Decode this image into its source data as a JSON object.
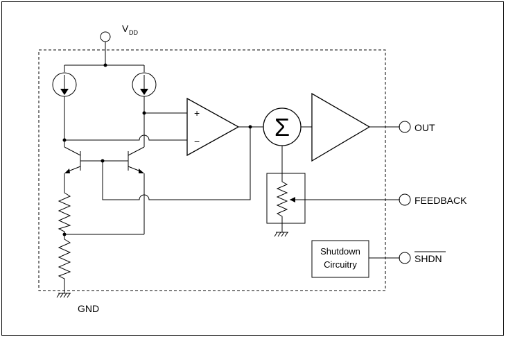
{
  "supply": {
    "label_main": "V",
    "label_sub": "DD"
  },
  "ground": {
    "label": "GND"
  },
  "pins": {
    "out": "OUT",
    "feedback": "FEEDBACK",
    "shutdown": "SHDN"
  },
  "opamp": {
    "plus": "+",
    "minus": "−"
  },
  "summer": {
    "symbol": "Σ"
  },
  "shutdown_block": {
    "line1": "Shutdown",
    "line2": "Circuitry"
  }
}
